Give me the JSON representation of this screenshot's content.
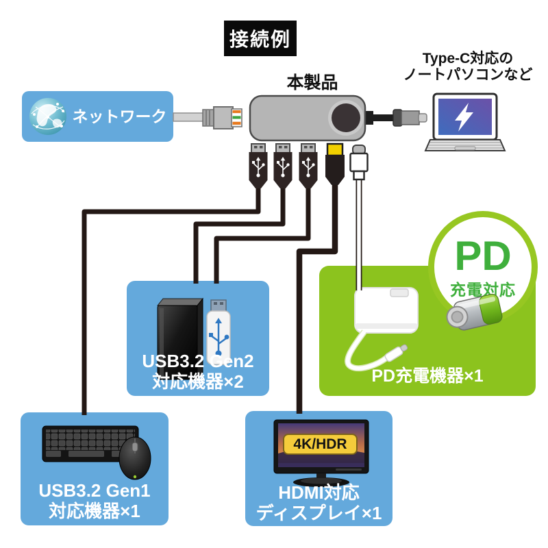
{
  "header": {
    "title": "接続例"
  },
  "product": {
    "label": "本製品"
  },
  "laptop": {
    "label_line1": "Type-C対応の",
    "label_line2": "ノートパソコンなど"
  },
  "network_box": {
    "label": "ネットワーク"
  },
  "gen2_box": {
    "caption_line1": "USB3.2 Gen2",
    "caption_line2": "対応機器×2"
  },
  "pd_box": {
    "badge_title": "PD",
    "badge_subtitle": "充電対応",
    "caption": "PD充電機器×1"
  },
  "gen1_box": {
    "caption_line1": "USB3.2 Gen1",
    "caption_line2": "対応機器×1"
  },
  "hdmi_box": {
    "caption_line1": "HDMI対応",
    "caption_line2": "ディスプレイ×1",
    "screen_badge": "4K/HDR"
  },
  "colors": {
    "box_blue": "#64A9DC",
    "box_green": "#8CC31E",
    "pd_ring_green": "#97C722",
    "pd_text_green": "#3FAF3C",
    "cable_black": "#231815",
    "hdmi_yellow": "#F2D000",
    "monitor_badge_gold": "#F5CC3B"
  }
}
